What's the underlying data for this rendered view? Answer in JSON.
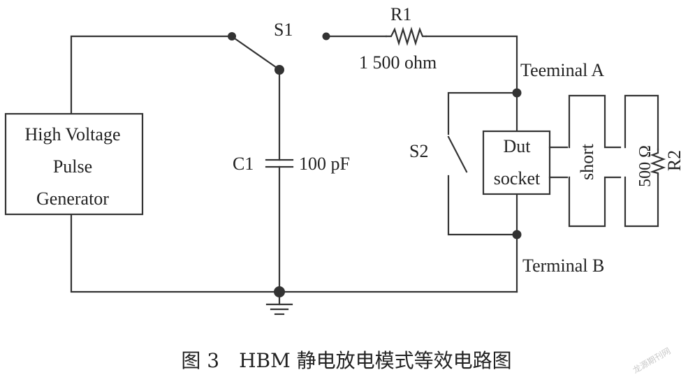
{
  "components": {
    "generator": {
      "lines": [
        "High Voltage",
        "Pulse",
        "Generator"
      ]
    },
    "switch_s1": {
      "label": "S1"
    },
    "resistor_r1": {
      "label": "R1",
      "value": "1 500 ohm"
    },
    "capacitor_c1": {
      "label": "C1",
      "value": "100 pF"
    },
    "switch_s2": {
      "label": "S2"
    },
    "dut": {
      "lines": [
        "Dut",
        "socket"
      ]
    },
    "short": {
      "label": "short"
    },
    "resistor_r2": {
      "label": "R2",
      "value": "500 Ω"
    }
  },
  "terminals": {
    "a": "Teeminal A",
    "b": "Terminal B"
  },
  "caption": "图 3　HBM 静电放电模式等效电路图",
  "watermark": "龙源期刊网"
}
